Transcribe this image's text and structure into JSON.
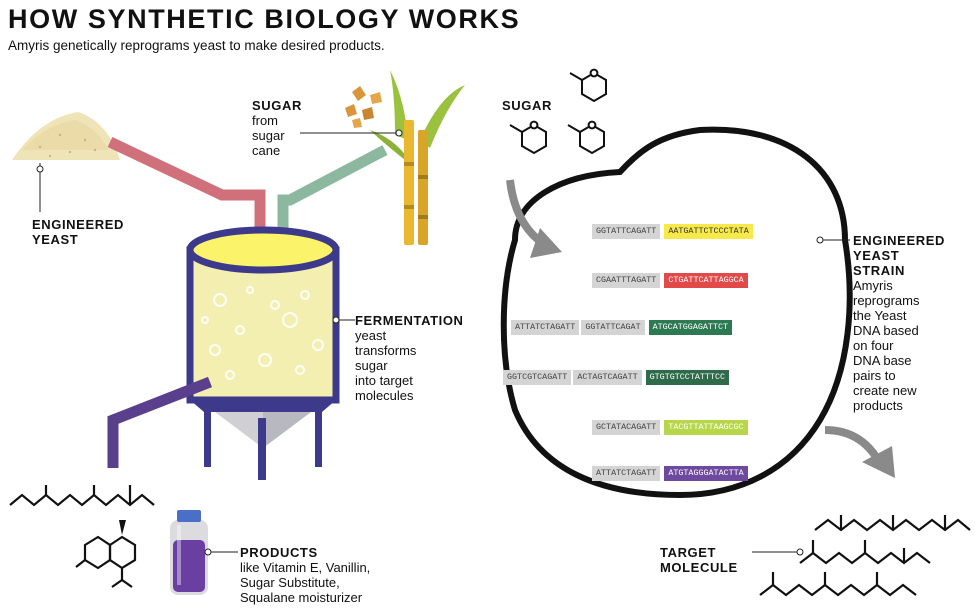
{
  "header": {
    "title": "HOW SYNTHETIC BIOLOGY WORKS",
    "subtitle": "Amyris genetically reprograms yeast to make desired products."
  },
  "labels": {
    "sugar_cane_title": "SUGAR",
    "sugar_cane_lines": [
      "from",
      "sugar",
      "cane"
    ],
    "yeast_title": [
      "ENGINEERED",
      "YEAST"
    ],
    "fermentation_title": "FERMENTATION",
    "fermentation_lines": [
      "yeast",
      "transforms",
      "sugar",
      "into target",
      "molecules"
    ],
    "products_title": "PRODUCTS",
    "products_lines": [
      "like Vitamin E, Vanillin,",
      "Sugar Substitute,",
      "Squalane moisturizer"
    ],
    "sugar_molecules_title": "SUGAR",
    "strain_title": [
      "ENGINEERED",
      "YEAST",
      "STRAIN"
    ],
    "strain_lines": [
      "Amyris",
      "reprograms",
      "the Yeast",
      "DNA based",
      "on four",
      "DNA base",
      "pairs to",
      "create new",
      "products"
    ],
    "target_title": [
      "TARGET",
      "MOLECULE"
    ]
  },
  "dna_rows": [
    {
      "grey": [
        "GGTATTCAGATT"
      ],
      "colored": "AATGATTCTCCCTATA",
      "color": "#f7e94a",
      "text_color": "#333333"
    },
    {
      "grey": [
        "CGAATTTAGATT"
      ],
      "colored": "CTGATTCATTAGGCA",
      "color": "#e24a4a",
      "text_color": "#ffffff"
    },
    {
      "grey": [
        "ATTATCTAGATT",
        "GGTATTCAGAT"
      ],
      "colored": "ATGCATGGAGATTCT",
      "color": "#2d7a52",
      "text_color": "#ffffff"
    },
    {
      "grey": [
        "GGTCGTCAGATT",
        "ACTAGTCAGATT"
      ],
      "colored": "GTGTGTCCTATTTCC",
      "color": "#2f6a4a",
      "text_color": "#ffffff"
    },
    {
      "grey": [
        "GCTATACAGATT"
      ],
      "colored": "TACGTTATTAAGCGC",
      "color": "#b7d64a",
      "text_color": "#ffffff"
    },
    {
      "grey": [
        "ATTATCTAGATT"
      ],
      "colored": "ATGTAGGGATACTTA",
      "color": "#6e4a9e",
      "text_color": "#ffffff"
    }
  ],
  "colors": {
    "pipe_red": "#d0707a",
    "pipe_green": "#8cb8a0",
    "pipe_purple": "#5a3f8c",
    "tank_outline": "#3d3a8c",
    "tank_fill": "#f3efb0",
    "tank_top": "#fbf36a",
    "cane": "#e9b82e",
    "leaf": "#9bc23f",
    "arrow": "#8a8a8a"
  }
}
